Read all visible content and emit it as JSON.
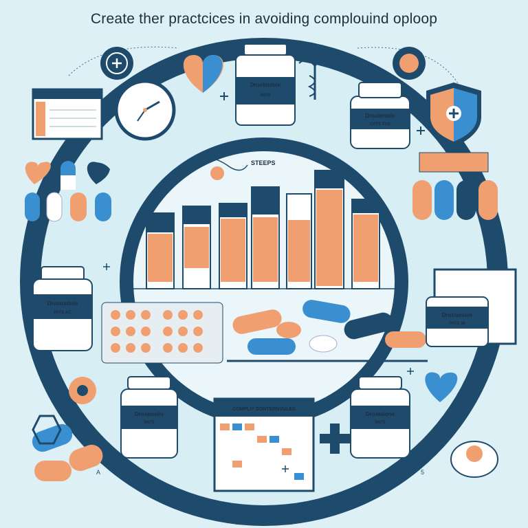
{
  "title": "Create ther practcices in avoiding complouind oploop",
  "steps_label": "STEEPS",
  "bottles": [
    {
      "brand": "Drostonlole",
      "sub": "PATS"
    },
    {
      "brand": "Drostenlole",
      "sub": "CATS TUS"
    },
    {
      "brand": "Drostonlole",
      "sub": "PATS AC"
    },
    {
      "brand": "Drostonlole",
      "sub": "PATS 38"
    },
    {
      "brand": "Drostoiolls",
      "sub": "PATS"
    },
    {
      "brand": "Drostolone",
      "sub": "PATS"
    }
  ],
  "calendar_label": "COMPLIY DONTERNVULES",
  "footer_numbers": [
    "A",
    "5"
  ],
  "colors": {
    "navy": "#1e4a6b",
    "orange": "#f0a070",
    "blue": "#3a8fd0",
    "background": "#dcf0f6"
  }
}
